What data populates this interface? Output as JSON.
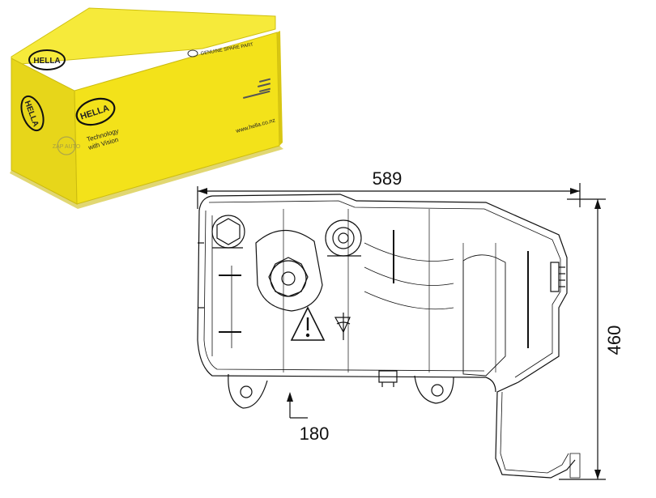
{
  "product_box": {
    "brand": "HELLA",
    "tagline_line1": "Technology",
    "tagline_line2": "with Vision",
    "genuine_label": "GENUINE SPARE PART",
    "website": "www.hella.co.nz",
    "colors": {
      "box_yellow": "#f3e21a",
      "box_shadow": "#d8c612",
      "logo_blue": "#1a1a1a"
    }
  },
  "watermark": {
    "text": "ZAP AUTO"
  },
  "drawing": {
    "width_dimension": "589",
    "height_dimension": "460",
    "reference_label": "180",
    "icons": [
      "warning-triangle-icon",
      "filler-cap-icon",
      "coolant-symbol-icon"
    ]
  }
}
